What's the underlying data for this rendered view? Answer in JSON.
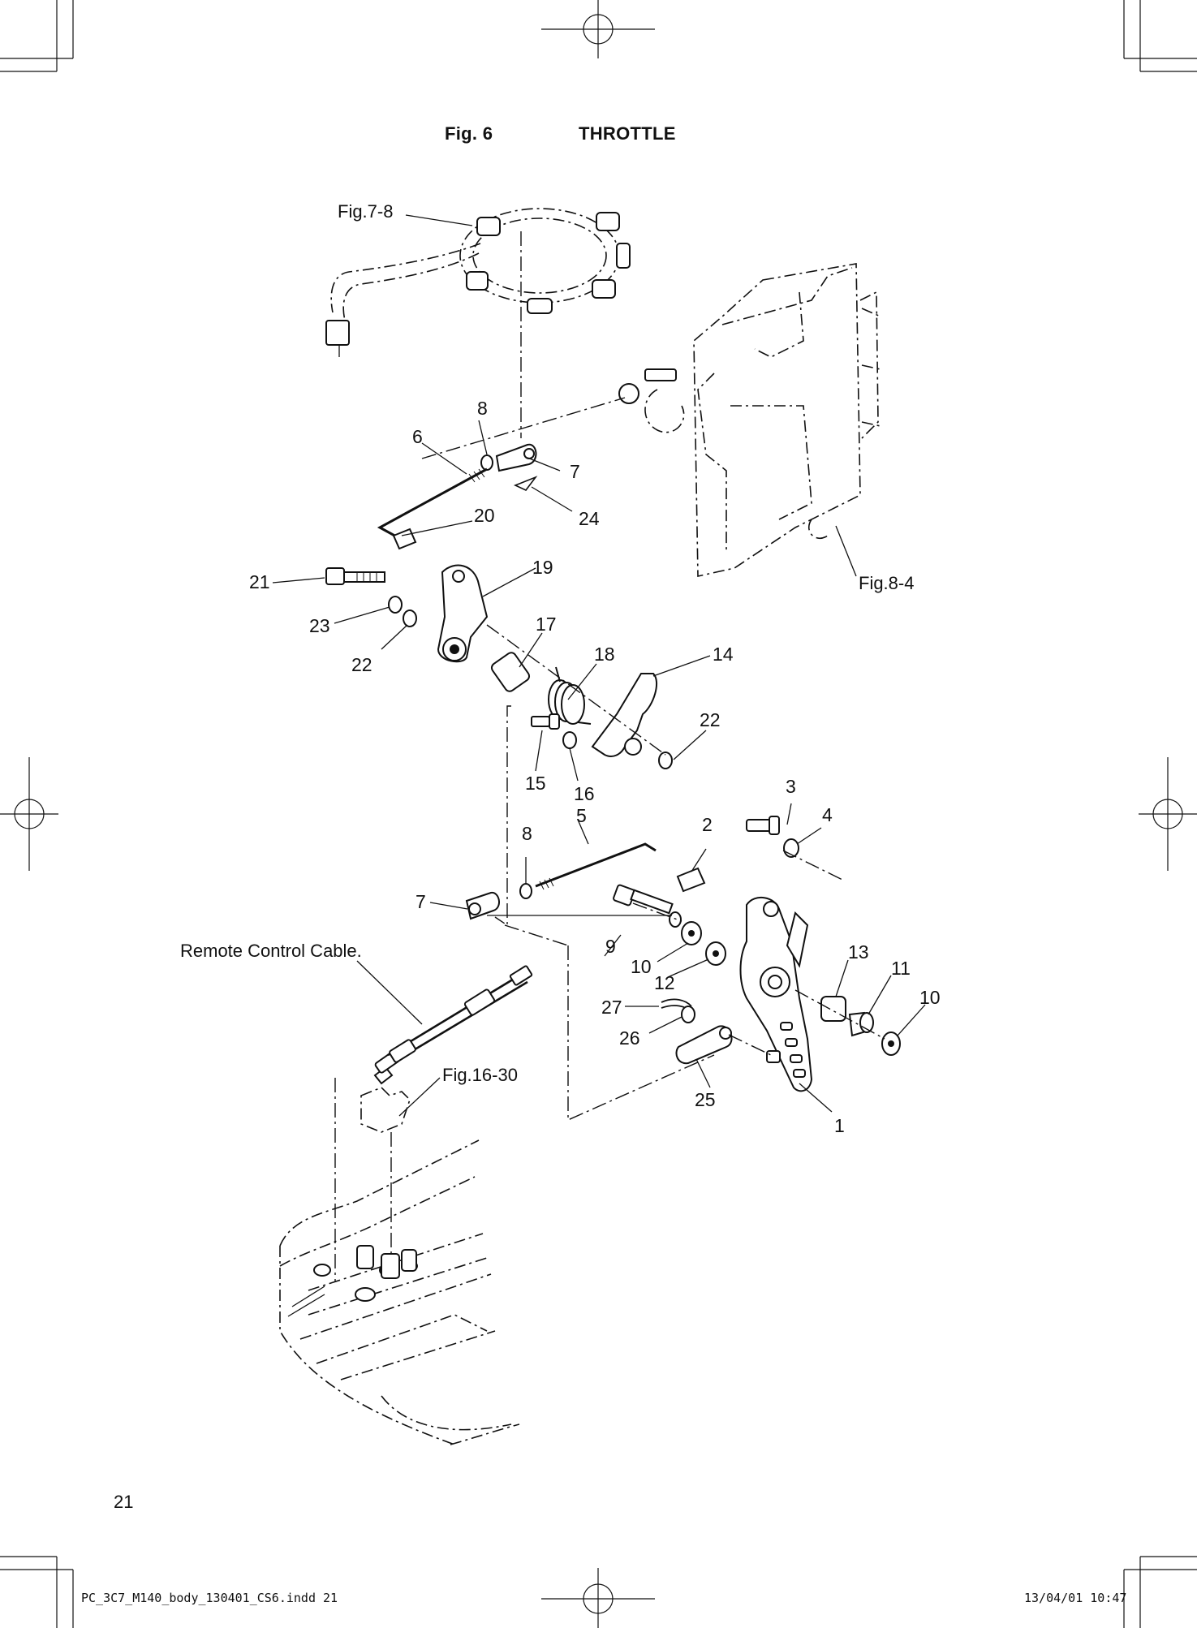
{
  "header": {
    "figure_number": "Fig. 6",
    "figure_title": "THROTTLE"
  },
  "references": {
    "fig_7_8": "Fig.7-8",
    "fig_8_4": "Fig.8-4",
    "fig_16_30": "Fig.16-30",
    "remote_control_cable": "Remote Control Cable."
  },
  "callouts": [
    {
      "id": "c1",
      "label": "1"
    },
    {
      "id": "c2",
      "label": "2"
    },
    {
      "id": "c3",
      "label": "3"
    },
    {
      "id": "c4",
      "label": "4"
    },
    {
      "id": "c5",
      "label": "5"
    },
    {
      "id": "c6",
      "label": "6"
    },
    {
      "id": "c7a",
      "label": "7"
    },
    {
      "id": "c7b",
      "label": "7"
    },
    {
      "id": "c8a",
      "label": "8"
    },
    {
      "id": "c8b",
      "label": "8"
    },
    {
      "id": "c9",
      "label": "9"
    },
    {
      "id": "c10a",
      "label": "10"
    },
    {
      "id": "c10b",
      "label": "10"
    },
    {
      "id": "c11",
      "label": "11"
    },
    {
      "id": "c12",
      "label": "12"
    },
    {
      "id": "c13",
      "label": "13"
    },
    {
      "id": "c14",
      "label": "14"
    },
    {
      "id": "c15",
      "label": "15"
    },
    {
      "id": "c16",
      "label": "16"
    },
    {
      "id": "c17",
      "label": "17"
    },
    {
      "id": "c18",
      "label": "18"
    },
    {
      "id": "c19",
      "label": "19"
    },
    {
      "id": "c20",
      "label": "20"
    },
    {
      "id": "c21",
      "label": "21"
    },
    {
      "id": "c22a",
      "label": "22"
    },
    {
      "id": "c22b",
      "label": "22"
    },
    {
      "id": "c23",
      "label": "23"
    },
    {
      "id": "c24",
      "label": "24"
    },
    {
      "id": "c25",
      "label": "25"
    },
    {
      "id": "c26",
      "label": "26"
    },
    {
      "id": "c27",
      "label": "27"
    }
  ],
  "footer": {
    "page_number": "21",
    "file_name": "PC_3C7_M140_body_130401_CS6.indd  21",
    "timestamp": "13/04/01  10:47"
  }
}
